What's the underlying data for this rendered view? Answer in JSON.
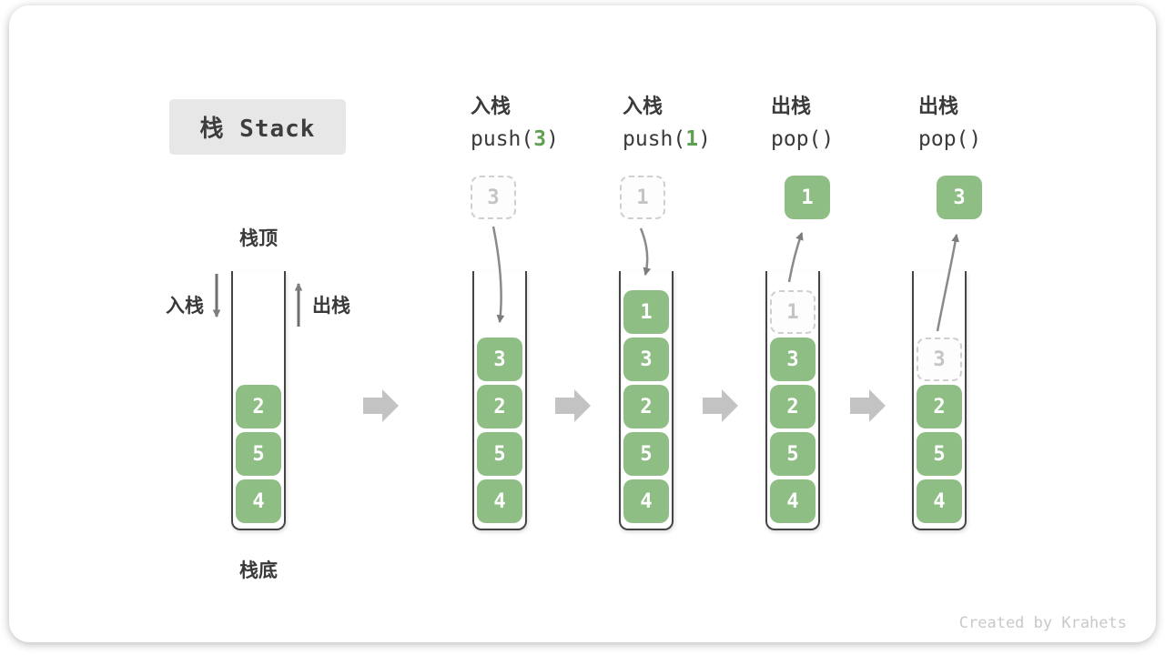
{
  "title": "栈 Stack",
  "watermark": "Created by Krahets",
  "stack_labels": {
    "top": "栈顶",
    "bottom": "栈底",
    "push": "入栈",
    "pop": "出栈"
  },
  "colors": {
    "cell_green": "#8FBE85",
    "code_arg_green": "#5FA052",
    "ghost_border_gray": "#CFCFCF",
    "flow_chevron_gray": "#C3C3C3",
    "arrow_gray": "#8A8A8A",
    "title_box_gray": "#E7E7E7"
  },
  "figures": [
    {
      "name": "initial-stack",
      "cells": [
        "2",
        "5",
        "4"
      ]
    },
    {
      "name": "push-3",
      "label": "入栈",
      "code_prefix": "push(",
      "code_arg": "3",
      "code_suffix": ")",
      "incoming": "3",
      "cells": [
        "3",
        "2",
        "5",
        "4"
      ]
    },
    {
      "name": "push-1",
      "label": "入栈",
      "code_prefix": "push(",
      "code_arg": "1",
      "code_suffix": ")",
      "incoming": "1",
      "cells": [
        "1",
        "3",
        "2",
        "5",
        "4"
      ]
    },
    {
      "name": "pop-1",
      "label": "出栈",
      "code_prefix": "pop(",
      "code_arg": "",
      "code_suffix": ")",
      "outgoing": "1",
      "ghost_cell": "1",
      "cells": [
        "3",
        "2",
        "5",
        "4"
      ]
    },
    {
      "name": "pop-3",
      "label": "出栈",
      "code_prefix": "pop(",
      "code_arg": "",
      "code_suffix": ")",
      "outgoing": "3",
      "ghost_cell": "3",
      "cells": [
        "2",
        "5",
        "4"
      ]
    }
  ]
}
